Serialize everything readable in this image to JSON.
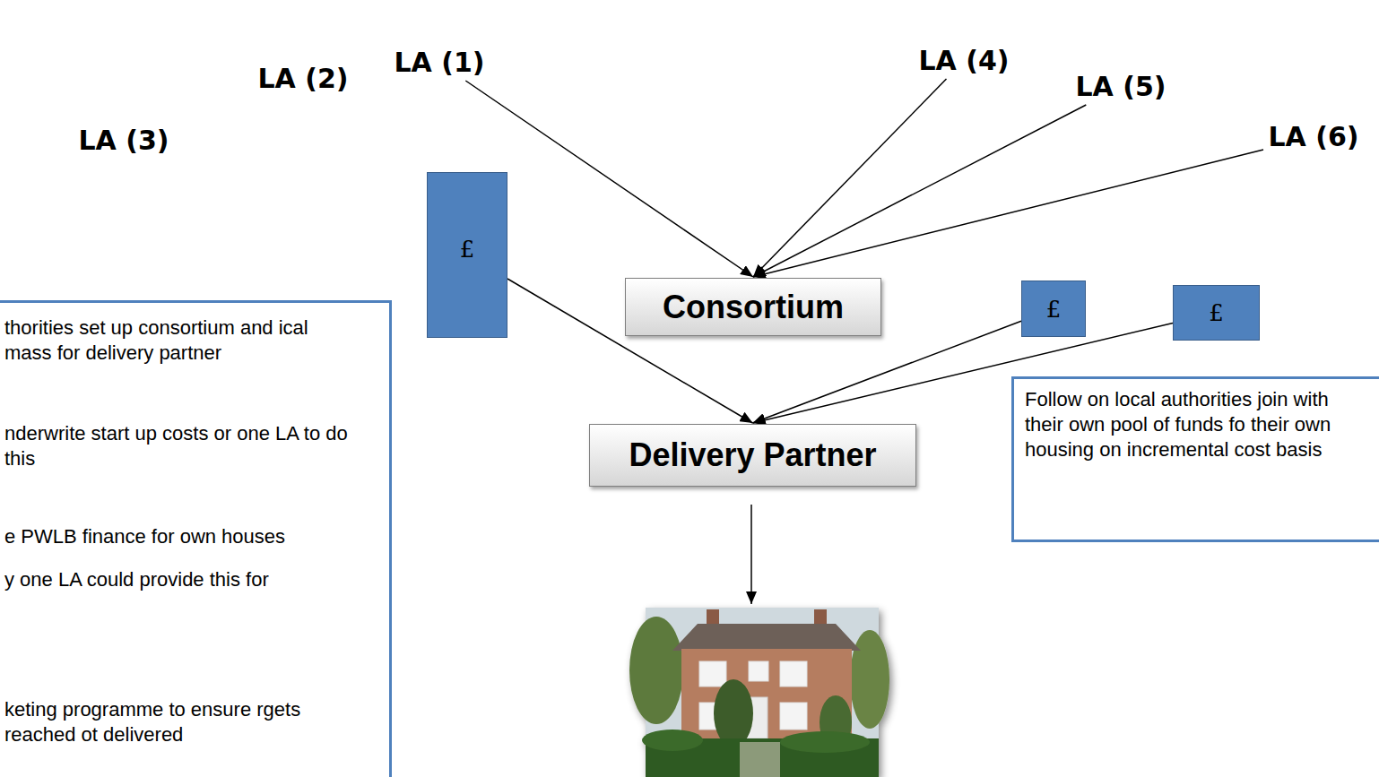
{
  "diagram": {
    "nodes": [
      {
        "text": []
      },
      {
        "text": [
          "LA (1)"
        ],
        "in": 0
      },
      {
        "text": [
          "LA (2)"
        ],
        "in": 0
      },
      {
        "text": [
          "LA (3)"
        ],
        "in": 0
      },
      {
        "text": [
          "LA (4)"
        ]
      },
      {
        "text": [
          "LA (5)"
        ]
      },
      {
        "text": [
          "LA (6)"
        ]
      },
      {
        "text": [
          "£"
        ]
      },
      {
        "text": [
          "Consortium"
        ]
      },
      {
        "text": [
          "£"
        ]
      },
      {
        "text": [
          "£"
        ]
      },
      {
        "text": [
          "Delivery Partner"
        ]
      },
      {
        "text": [
          "thorities set up consortium and ical mass for delivery partner",
          "nderwrite start up costs or one LA to do this",
          "e PWLB finance for own houses",
          "y one LA could provide this for",
          "keting programme to ensure rgets reached ot delivered"
        ]
      },
      {
        "text": [
          "Follow on local authorities join with their own pool of funds fo their own housing on incremental cost basis"
        ]
      }
    ],
    "edges": [
      {
        "from": 1,
        "to": 8,
        "arrow": "to"
      },
      {
        "from": 4,
        "to": 8,
        "arrow": "to"
      },
      {
        "from": 5,
        "to": 8,
        "arrow": "to"
      },
      {
        "from": 6,
        "to": 8,
        "arrow": "to"
      },
      {
        "from": 7,
        "to": 11,
        "arrow": "to"
      },
      {
        "from": 9,
        "to": 11,
        "arrow": "to"
      },
      {
        "from": 10,
        "to": 11,
        "arrow": "to"
      }
    ]
  }
}
